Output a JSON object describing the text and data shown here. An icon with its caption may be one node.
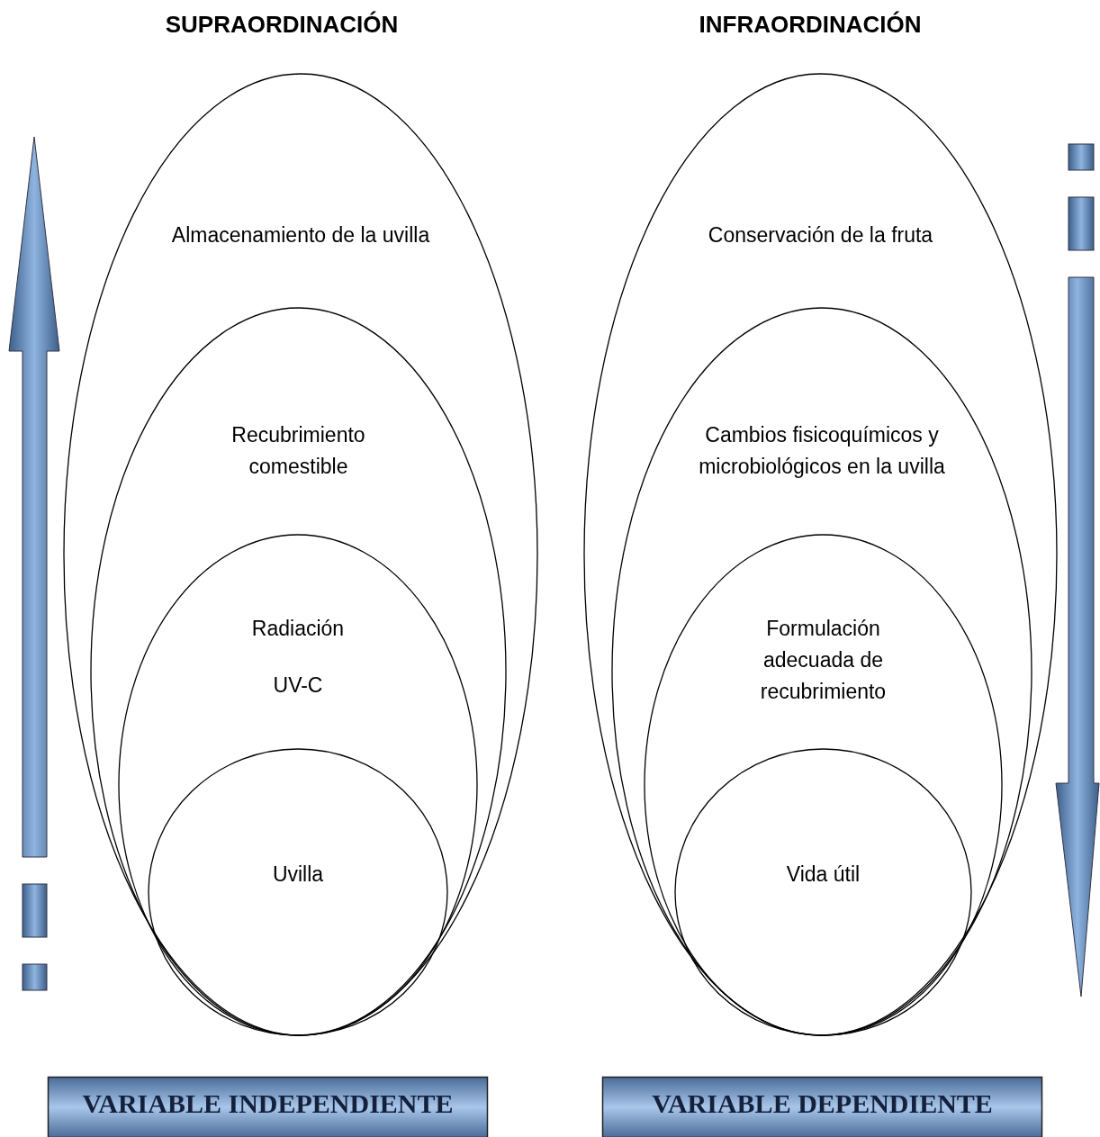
{
  "diagram": {
    "nodes": [
      {
        "text": [
          "Almacenamiento de la uvilla"
        ]
      },
      {
        "text": [
          "Recubrimiento comestible"
        ],
        "in": 0
      },
      {
        "text": [
          "Radiación",
          "UV-C"
        ],
        "in": 1
      },
      {
        "text": [
          "Uvilla"
        ],
        "in": 2
      },
      {
        "text": [
          "Conservación de la fruta"
        ]
      },
      {
        "text": [
          "Cambios fisicoquímicos y microbiológicos en la uvilla"
        ],
        "in": 4
      },
      {
        "text": [
          "Formulación adecuada de recubrimiento"
        ],
        "in": 5
      },
      {
        "text": [
          "Vida útil"
        ],
        "in": 6
      },
      {
        "text": [
          "VARIABLE INDEPENDIENTE"
        ]
      },
      {
        "text": [
          "VARIABLE DEPENDIENTE"
        ]
      }
    ],
    "edges": [],
    "labels": [
      "SUPRAORDINACIÓN",
      "INFRAORDINACIÓN"
    ]
  }
}
